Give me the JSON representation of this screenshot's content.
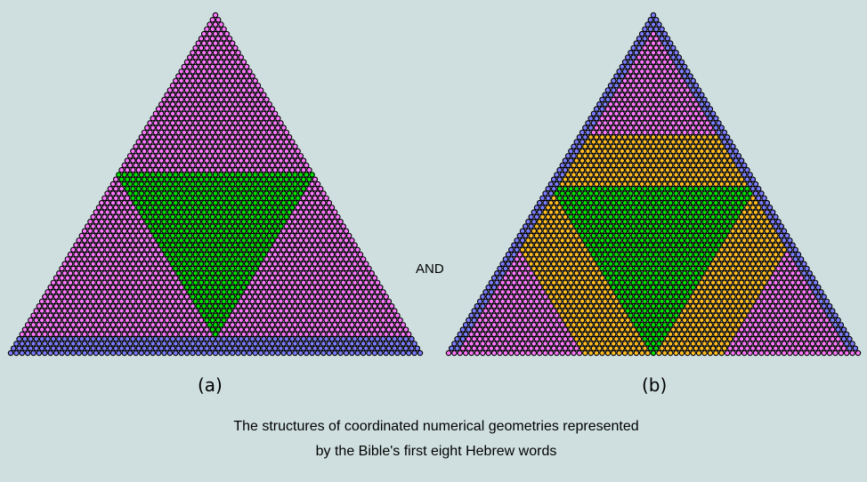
{
  "connector": "AND",
  "labels": {
    "a": "(a)",
    "b": "(b)"
  },
  "caption": {
    "line1": "The structures of coordinated numerical geometries represented",
    "line2": "by the Bible's first eight Hebrew words"
  },
  "triangle_rows": 73,
  "colors": {
    "background": "#cfdfdf",
    "pink": "#ff77ff",
    "green": "#00e000",
    "blue": "#7b7bff",
    "orange": "#ffbb22",
    "outline": "#000000"
  }
}
